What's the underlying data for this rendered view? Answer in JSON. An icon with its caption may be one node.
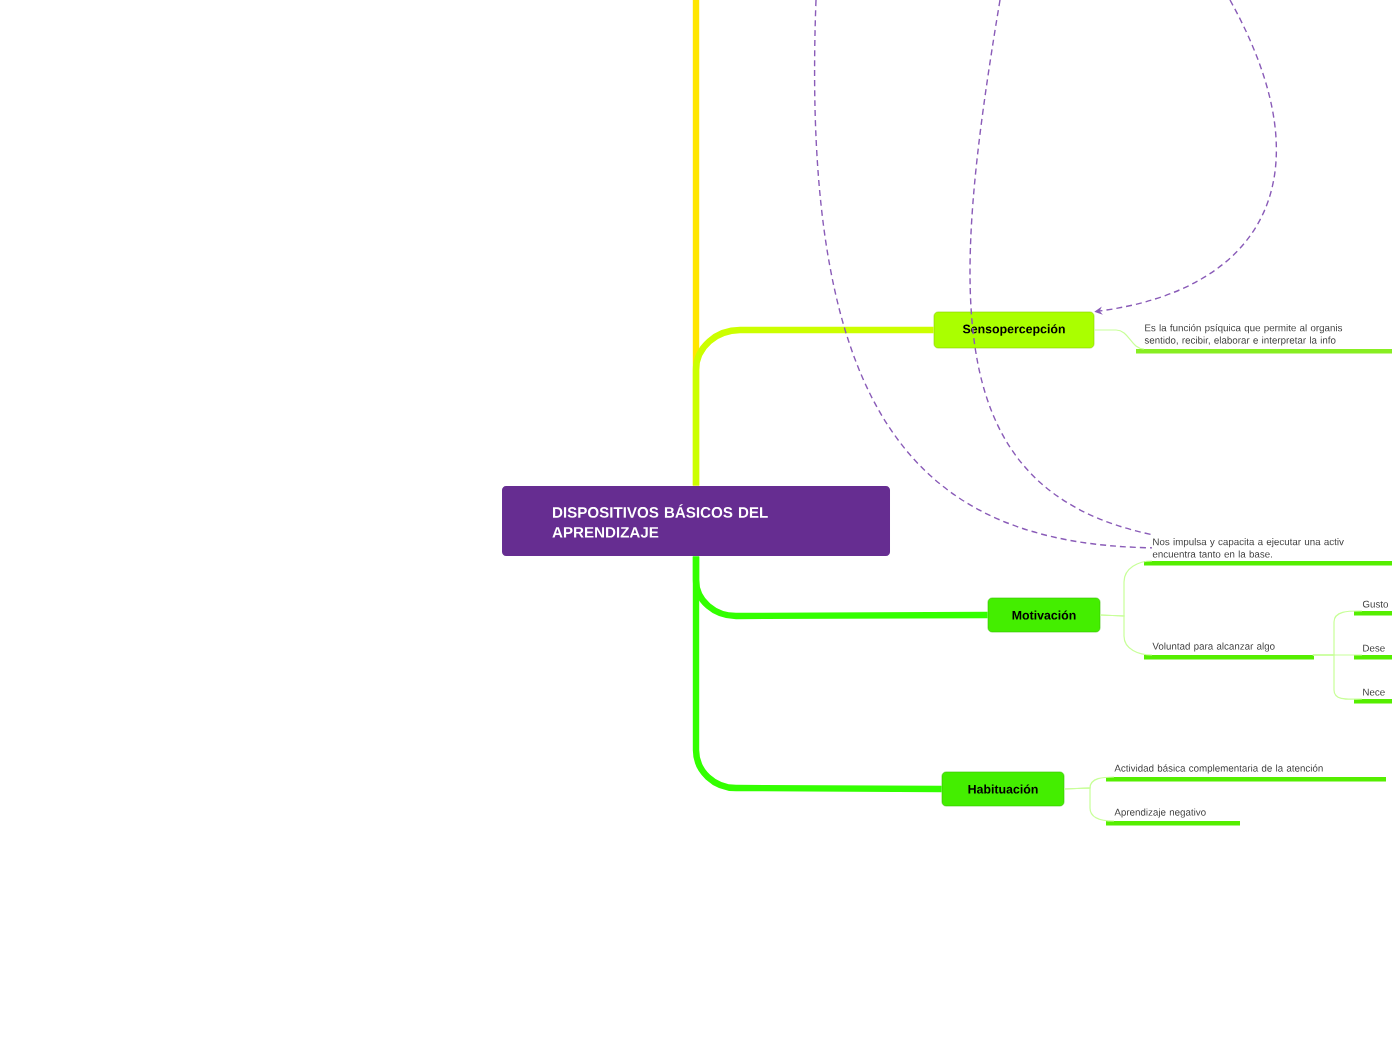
{
  "diagram": {
    "nodes": [
      {
        "text": [
          "DISPOSITIVOS BÁSICOS DEL APRENDIZAJE"
        ]
      },
      {
        "text": [
          "Sensopercepción"
        ]
      },
      {
        "text": [
          "Es la función psíquica que permite al organis sentido, recibir, elaborar e interpretar la info"
        ]
      },
      {
        "text": [
          "Motivación"
        ]
      },
      {
        "text": [
          "Nos impulsa y capacita a ejecutar una activ encuentra tanto en la base."
        ]
      },
      {
        "text": [
          "Voluntad para alcanzar algo"
        ]
      },
      {
        "text": [
          "Gusto"
        ]
      },
      {
        "text": [
          "Dese"
        ]
      },
      {
        "text": [
          "Nece"
        ]
      },
      {
        "text": [
          "Habituación"
        ]
      },
      {
        "text": [
          "Actividad básica complementaria de la atención"
        ]
      },
      {
        "text": [
          "Aprendizaje negativo"
        ]
      }
    ],
    "edges": [
      {
        "from": null,
        "to": 0,
        "arrow": "none",
        "style": "thick",
        "color": "#ffe600"
      },
      {
        "from": 0,
        "to": 1,
        "arrow": "none",
        "style": "thick",
        "color": "#ccff00"
      },
      {
        "from": 0,
        "to": 3,
        "arrow": "none",
        "style": "thick",
        "color": "#33ff00"
      },
      {
        "from": 0,
        "to": 9,
        "arrow": "none",
        "style": "thick",
        "color": "#33ff00"
      },
      {
        "from": 1,
        "to": 2,
        "arrow": "none"
      },
      {
        "from": 3,
        "to": 4,
        "arrow": "none"
      },
      {
        "from": 3,
        "to": 5,
        "arrow": "none"
      },
      {
        "from": 5,
        "to": 6,
        "arrow": "none"
      },
      {
        "from": 5,
        "to": 7,
        "arrow": "none"
      },
      {
        "from": 5,
        "to": 8,
        "arrow": "none"
      },
      {
        "from": 9,
        "to": 10,
        "arrow": "none"
      },
      {
        "from": 9,
        "to": 11,
        "arrow": "none"
      },
      {
        "from": null,
        "to": 1,
        "arrow": "to",
        "style": "dashed",
        "color": "#8a5cb8"
      },
      {
        "from": null,
        "to": 4,
        "arrow": "none",
        "style": "dashed",
        "color": "#8a5cb8"
      },
      {
        "from": null,
        "to": 4,
        "arrow": "none",
        "style": "dashed",
        "color": "#8a5cb8"
      }
    ]
  }
}
